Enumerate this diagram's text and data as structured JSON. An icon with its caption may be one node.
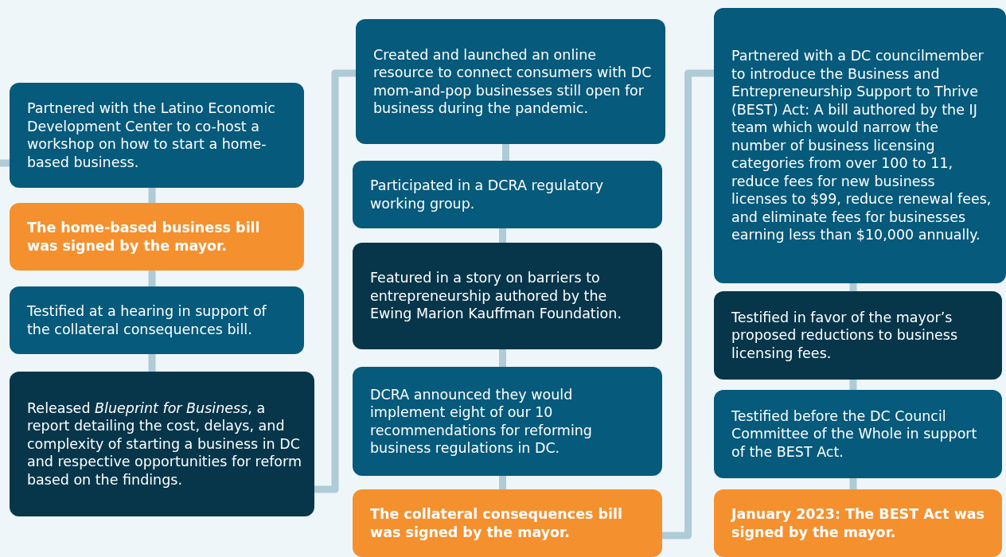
{
  "diagram": {
    "nodes": [
      {
        "text": [
          "Partnered with the Latino Economic Development Center to co-host a workshop on how to start a home-based business."
        ]
      },
      {
        "text": [
          "The home-based business bill was signed by the mayor."
        ]
      },
      {
        "text": [
          "Testified at a hearing in support of the collateral consequences bill."
        ]
      },
      {
        "text": [
          "Released *Blueprint for Business*, a report detailing the cost, delays, and complexity of starting a business in DC and respective opportunities for reform based on the findings."
        ]
      },
      {
        "text": [
          "Created and launched an online resource to connect consumers with DC mom-and-pop businesses still open for business during the pandemic."
        ]
      },
      {
        "text": [
          "Participated in a DCRA regulatory working group."
        ]
      },
      {
        "text": [
          "Featured in a story on barriers to entrepreneurship authored by the Ewing Marion Kauffman Foundation."
        ]
      },
      {
        "text": [
          "DCRA announced they would implement eight of our 10 recommendations for reforming business regulations in DC."
        ]
      },
      {
        "text": [
          "The collateral consequences bill was signed by the mayor."
        ]
      },
      {
        "text": [
          "Partnered with a DC councilmember to introduce the Business and Entrepreneurship Support to Thrive (BEST) Act: A bill authored by the IJ team which would narrow the number of business licensing categories from over 100 to 11, reduce fees for new business licenses to $99, reduce renewal fees, and eliminate fees for businesses earning less than $10,000 annually."
        ]
      },
      {
        "text": [
          "Testified in favor of the mayor’s proposed reductions to business licensing fees."
        ]
      },
      {
        "text": [
          "Testified before the DC Council Committee of the Whole in support of the BEST Act."
        ]
      },
      {
        "text": [
          "January 2023: The BEST Act was signed by the mayor."
        ]
      }
    ],
    "edges": [
      {
        "from": null,
        "to": 0,
        "arrow": "none"
      },
      {
        "from": 0,
        "to": 1,
        "arrow": "none"
      },
      {
        "from": 1,
        "to": 2,
        "arrow": "none"
      },
      {
        "from": 2,
        "to": 3,
        "arrow": "none"
      },
      {
        "from": 3,
        "to": 4,
        "arrow": "none"
      },
      {
        "from": 4,
        "to": 5,
        "arrow": "none"
      },
      {
        "from": 5,
        "to": 6,
        "arrow": "none"
      },
      {
        "from": 6,
        "to": 7,
        "arrow": "none"
      },
      {
        "from": 7,
        "to": 8,
        "arrow": "none"
      },
      {
        "from": 8,
        "to": 9,
        "arrow": "none"
      },
      {
        "from": 9,
        "to": 10,
        "arrow": "none"
      },
      {
        "from": 10,
        "to": 11,
        "arrow": "none"
      },
      {
        "from": 11,
        "to": 12,
        "arrow": "none"
      }
    ]
  }
}
